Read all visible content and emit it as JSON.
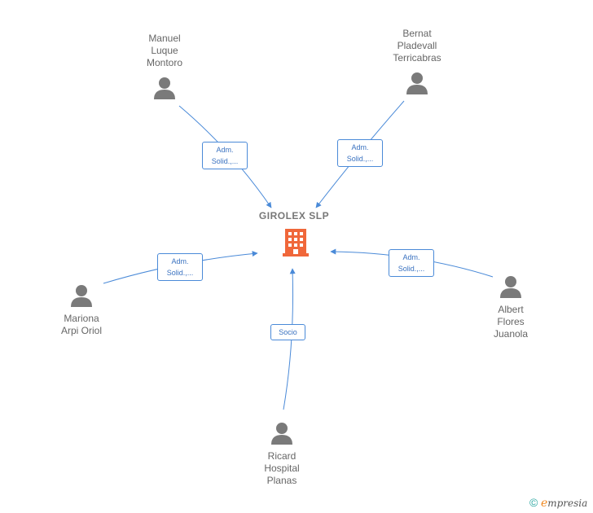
{
  "center": {
    "name": "GIROLEX  SLP"
  },
  "people": {
    "manuel": {
      "line1": "Manuel",
      "line2": "Luque",
      "line3": "Montoro"
    },
    "bernat": {
      "line1": "Bernat",
      "line2": "Pladevall",
      "line3": "Terricabras"
    },
    "mariona": {
      "line1": "Mariona",
      "line2": "Arpi Oriol"
    },
    "albert": {
      "line1": "Albert",
      "line2": "Flores",
      "line3": "Juanola"
    },
    "ricard": {
      "line1": "Ricard",
      "line2": "Hospital",
      "line3": "Planas"
    }
  },
  "edges": {
    "manuel": {
      "line1": "Adm.",
      "line2": "Solid.,..."
    },
    "bernat": {
      "line1": "Adm.",
      "line2": "Solid.,..."
    },
    "mariona": {
      "line1": "Adm.",
      "line2": "Solid.,..."
    },
    "albert": {
      "line1": "Adm.",
      "line2": "Solid.,..."
    },
    "ricard": {
      "line1": "Socio"
    }
  },
  "brand": {
    "copyright": "©",
    "initial": "e",
    "rest": "mpresia"
  },
  "colors": {
    "edge": "#4a8ad8",
    "person_icon": "#7a7a7a",
    "building": "#f0673a"
  }
}
